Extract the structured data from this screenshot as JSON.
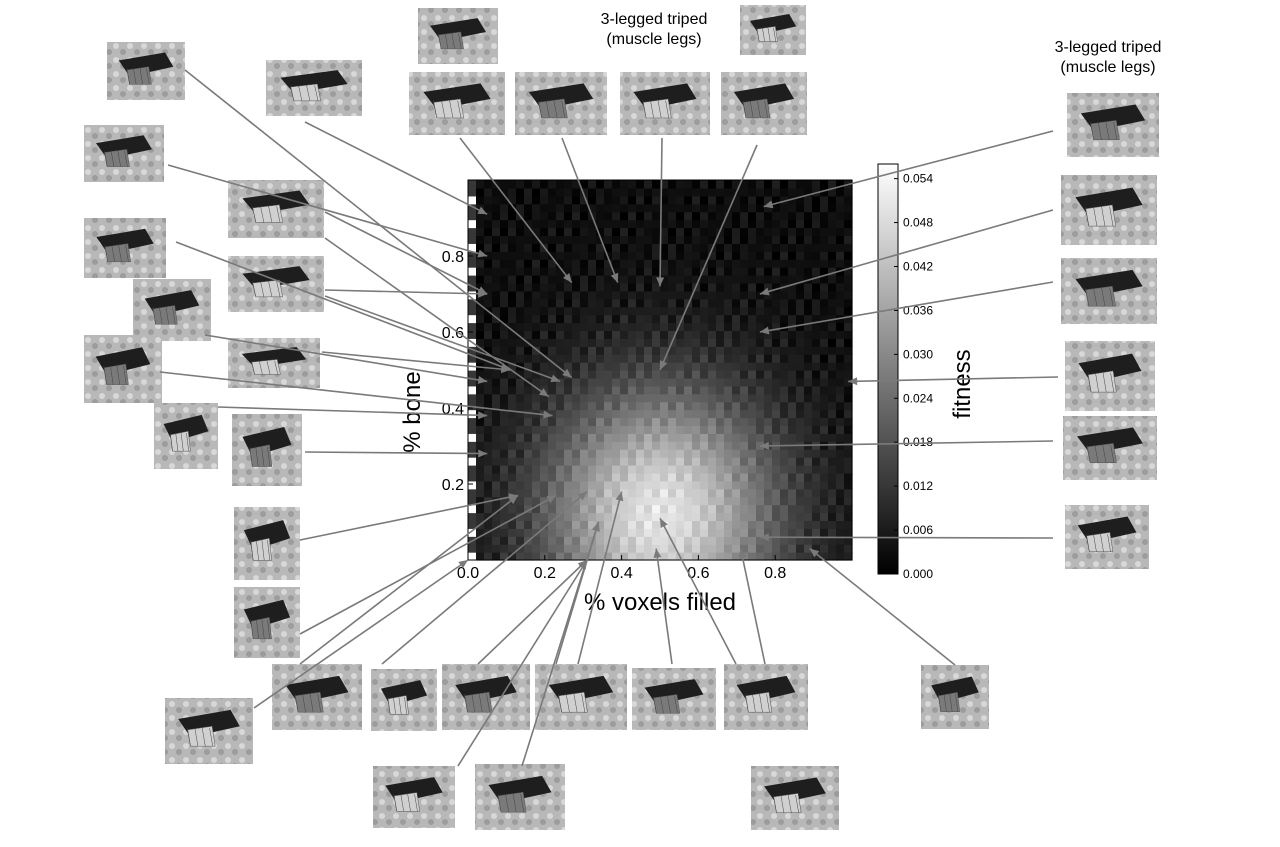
{
  "chart_data": {
    "type": "heatmap",
    "title": "",
    "xlabel": "% voxels filled",
    "ylabel": "% bone",
    "colorbar_label": "fitness",
    "xlim": [
      0.0,
      1.0
    ],
    "ylim": [
      0.0,
      1.0
    ],
    "x_ticks": [
      0.0,
      0.2,
      0.4,
      0.6,
      0.8
    ],
    "y_ticks": [
      0.2,
      0.4,
      0.6,
      0.8
    ],
    "x_tick_labels": [
      "0.0",
      "0.2",
      "0.4",
      "0.6",
      "0.8"
    ],
    "y_tick_labels": [
      "0.2",
      "0.4",
      "0.6",
      "0.8"
    ],
    "colorbar_range": [
      0.0,
      0.056
    ],
    "colorbar_ticks": [
      0.0,
      0.006,
      0.012,
      0.018,
      0.024,
      0.03,
      0.036,
      0.042,
      0.048,
      0.054
    ],
    "colorbar_tick_labels": [
      "0.000",
      "0.006",
      "0.012",
      "0.018",
      "0.024",
      "0.030",
      "0.036",
      "0.042",
      "0.048",
      "0.054"
    ],
    "colormap": "grayscale",
    "grid": false,
    "fitness_surface": {
      "description_of_peak": "brightest region",
      "peak_x": 0.5,
      "peak_y": 0.12,
      "peak_value": 0.05,
      "low_region_value": 0.003
    },
    "annotations": [
      {
        "label": "3-legged triped\n(muscle legs)",
        "target_x": 0.5,
        "target_y": 0.72
      },
      {
        "label": "3-legged triped\n(muscle legs)",
        "target_x": 0.77,
        "target_y": 0.93
      }
    ],
    "pointed_samples": [
      {
        "x": 0.05,
        "y": 0.91
      },
      {
        "x": 0.05,
        "y": 0.8
      },
      {
        "x": 0.05,
        "y": 0.7
      },
      {
        "x": 0.11,
        "y": 0.5
      },
      {
        "x": 0.24,
        "y": 0.47
      },
      {
        "x": 0.21,
        "y": 0.43
      },
      {
        "x": 0.22,
        "y": 0.38
      },
      {
        "x": 0.05,
        "y": 0.47
      },
      {
        "x": 0.05,
        "y": 0.38
      },
      {
        "x": 0.13,
        "y": 0.17
      },
      {
        "x": 0.23,
        "y": 0.17
      },
      {
        "x": 0.31,
        "y": 0.18
      },
      {
        "x": 0.4,
        "y": 0.18
      },
      {
        "x": 0.34,
        "y": 0.1
      },
      {
        "x": 0.31,
        "y": 0.0
      },
      {
        "x": 0.49,
        "y": 0.03
      },
      {
        "x": 0.5,
        "y": 0.11
      },
      {
        "x": 0.71,
        "y": 0.03
      },
      {
        "x": 0.89,
        "y": 0.03
      },
      {
        "x": 0.76,
        "y": 0.06
      },
      {
        "x": 0.76,
        "y": 0.3
      },
      {
        "x": 0.99,
        "y": 0.47
      },
      {
        "x": 0.76,
        "y": 0.6
      },
      {
        "x": 0.76,
        "y": 0.7
      },
      {
        "x": 0.77,
        "y": 0.93
      },
      {
        "x": 0.5,
        "y": 0.5
      },
      {
        "x": 0.5,
        "y": 0.72
      },
      {
        "x": 0.39,
        "y": 0.73
      },
      {
        "x": 0.27,
        "y": 0.73
      },
      {
        "x": 0.26,
        "y": 0.48
      }
    ]
  }
}
